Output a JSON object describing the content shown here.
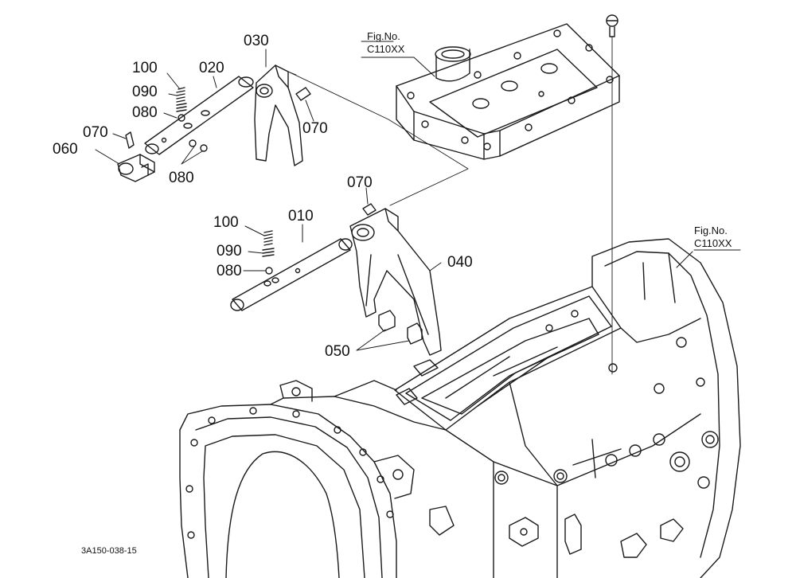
{
  "figure_refs": [
    {
      "line1": "Fig.No.",
      "line2": "C110XX"
    },
    {
      "line1": "Fig.No.",
      "line2": "C110XX"
    }
  ],
  "callouts": {
    "c100a": "100",
    "c020": "020",
    "c030": "030",
    "c090a": "090",
    "c080a": "080",
    "c070a": "070",
    "c070b": "070",
    "c060": "060",
    "c080b": "080",
    "c070c": "070",
    "c100b": "100",
    "c010": "010",
    "c090b": "090",
    "c080c": "080",
    "c040": "040",
    "c050": "050"
  },
  "drawing_code": "3A150-038-15"
}
